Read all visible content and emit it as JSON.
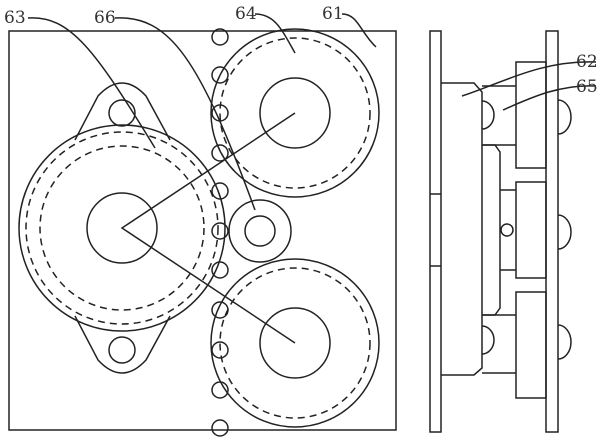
{
  "figure": {
    "labels": {
      "frame": "61",
      "block": "62",
      "main_gear": "63",
      "upper_gear": "64",
      "clamp": "65",
      "drive_gear": "66"
    }
  }
}
